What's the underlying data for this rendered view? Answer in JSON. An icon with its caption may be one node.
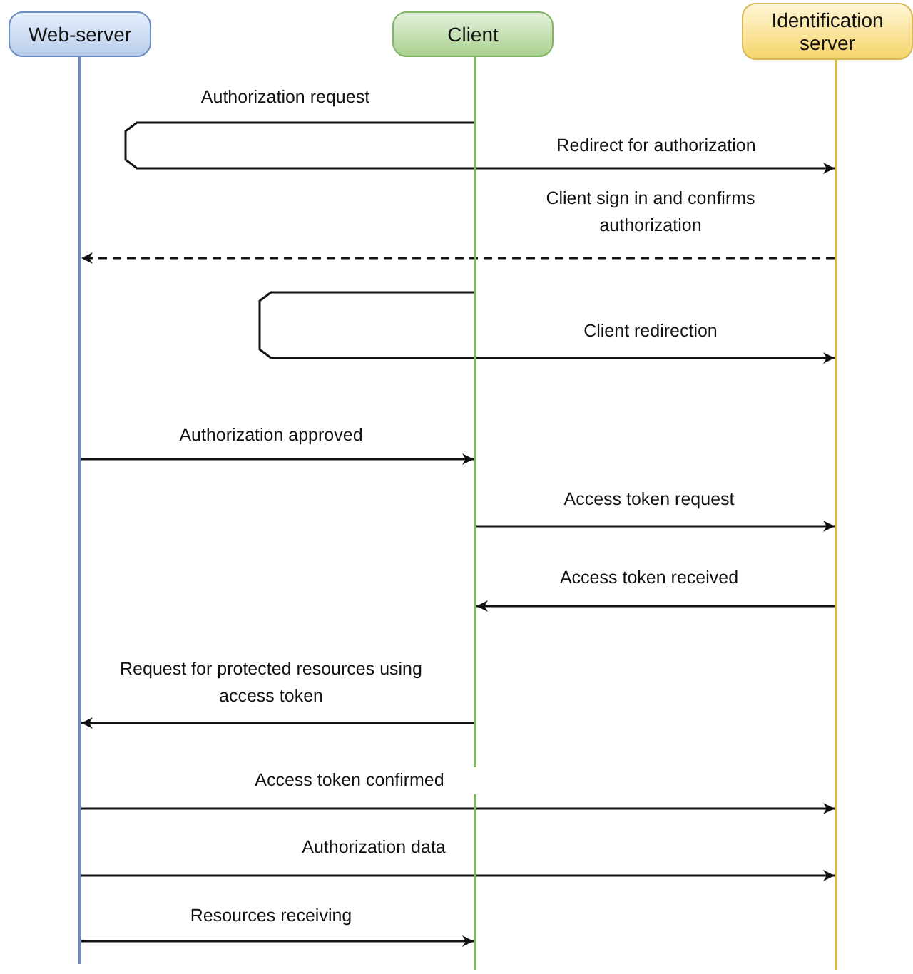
{
  "diagram": {
    "nodes": [
      {
        "text": [
          "Web-server"
        ]
      },
      {
        "text": [
          "Client"
        ]
      },
      {
        "text": [
          "Identification server"
        ]
      },
      {
        "text": [],
        "shape": "line"
      },
      {
        "text": [],
        "shape": "line"
      },
      {
        "text": [],
        "shape": "line"
      }
    ],
    "edges": [
      {
        "from": 4,
        "to": 5,
        "arrow": "to",
        "label": "Authorization request"
      },
      {
        "from": 5,
        "to": 3,
        "arrow": "to",
        "label": "Client sign in and confirms authorization",
        "style": "dashed"
      },
      {
        "from": 4,
        "to": 5,
        "arrow": "to",
        "label": "Client redirection"
      },
      {
        "from": 3,
        "to": 4,
        "arrow": "to",
        "label": "Authorization approved"
      },
      {
        "from": 4,
        "to": 5,
        "arrow": "to",
        "label": "Access token request"
      },
      {
        "from": 5,
        "to": 4,
        "arrow": "to",
        "label": "Access token received"
      },
      {
        "from": 4,
        "to": 3,
        "arrow": "to",
        "label": "Request for protected resources using access token"
      },
      {
        "from": 3,
        "to": 5,
        "arrow": "to",
        "label": "Access token confirmed"
      },
      {
        "from": 3,
        "to": 5,
        "arrow": "to",
        "label": "Authorization data"
      },
      {
        "from": 3,
        "to": 4,
        "arrow": "to",
        "label": "Resources receiving"
      }
    ],
    "labels": [
      "Redirect for authorization"
    ]
  }
}
